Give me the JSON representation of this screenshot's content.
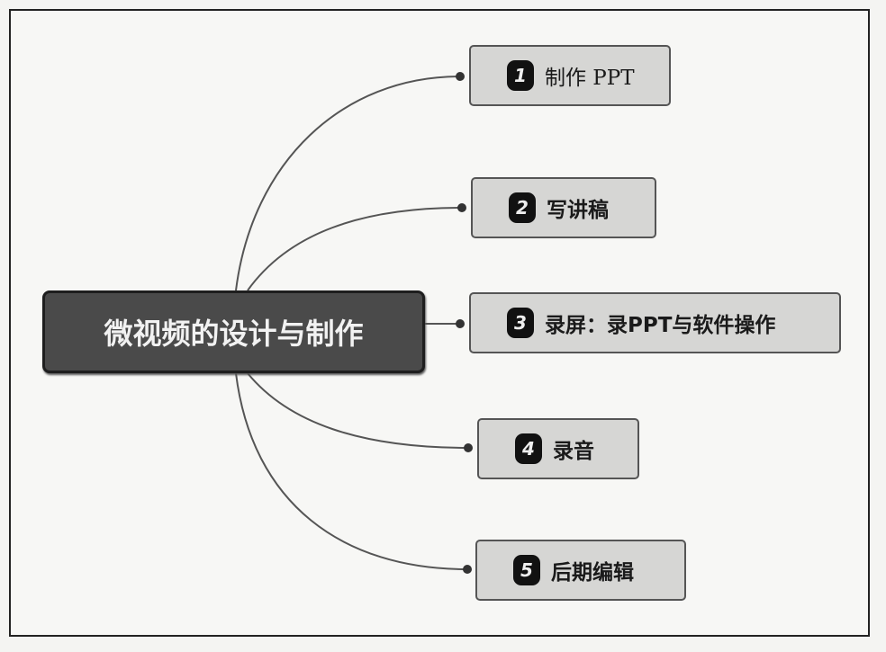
{
  "root": {
    "label": "微视频的设计与制作"
  },
  "steps": [
    {
      "num": "1",
      "label": "制作 PPT"
    },
    {
      "num": "2",
      "label": "写讲稿"
    },
    {
      "num": "3",
      "label": "录屏：录PPT与软件操作"
    },
    {
      "num": "4",
      "label": "录音"
    },
    {
      "num": "5",
      "label": "后期编辑"
    }
  ],
  "colors": {
    "root_bg": "#4a4a4a",
    "node_bg": "#d6d6d4",
    "line": "#555555"
  }
}
